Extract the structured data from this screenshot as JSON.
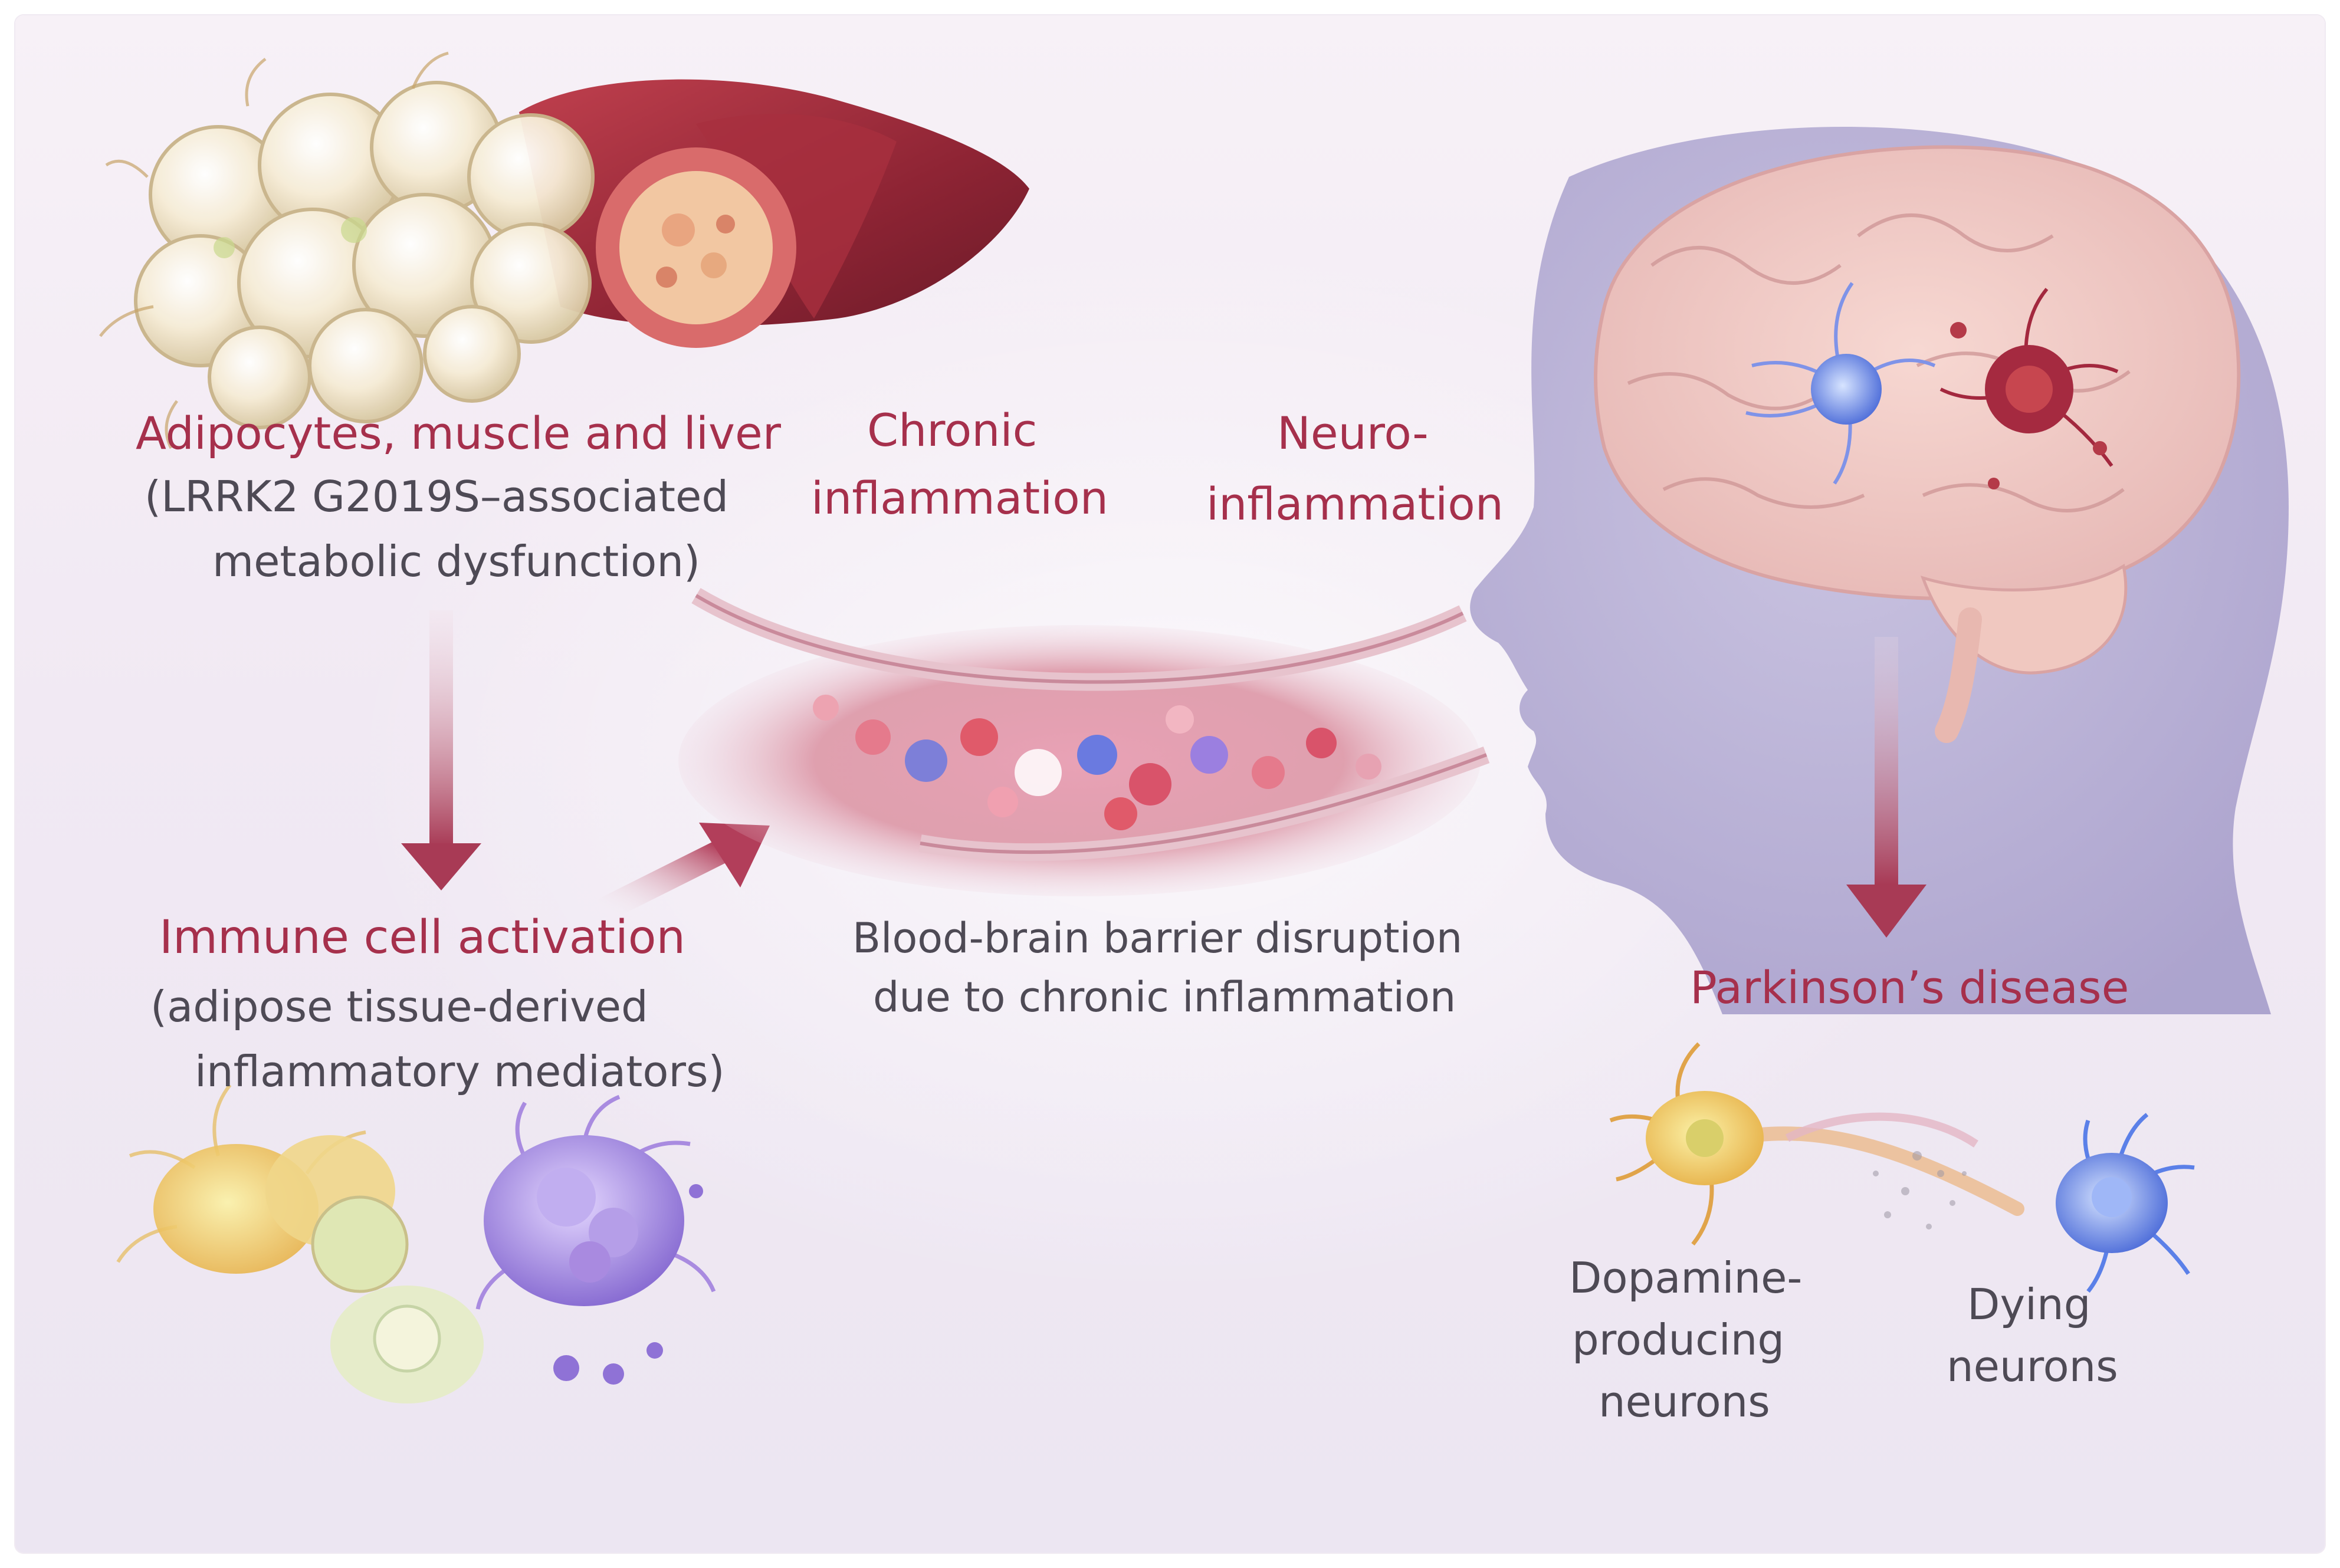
{
  "labels": {
    "tissues_title": "Adipocytes, muscle and liver",
    "tissues_sub_1": "(LRRK2 G2019S–associated",
    "tissues_sub_2": "metabolic dysfunction)",
    "chronic_1": "Chronic",
    "chronic_2": "inflammation",
    "neuro_1": "Neuro-",
    "neuro_2": "inflammation",
    "immune_title": "Immune cell activation",
    "immune_sub_1": "(adipose tissue-derived",
    "immune_sub_2": "inflammatory mediators)",
    "bbb_1": "Blood-brain barrier disruption",
    "bbb_2": "due to chronic inflammation",
    "pd_title": "Parkinson’s disease",
    "dopa_1": "Dopamine-",
    "dopa_2": "producing",
    "dopa_3": "neurons",
    "dying_1": "Dying",
    "dying_2": "neurons"
  },
  "colors": {
    "accent": "#a6304c",
    "text_gray": "#4e4a55",
    "arrow": "#a83a55",
    "background": "#f3ecf4",
    "head": "#b7b0d4"
  }
}
